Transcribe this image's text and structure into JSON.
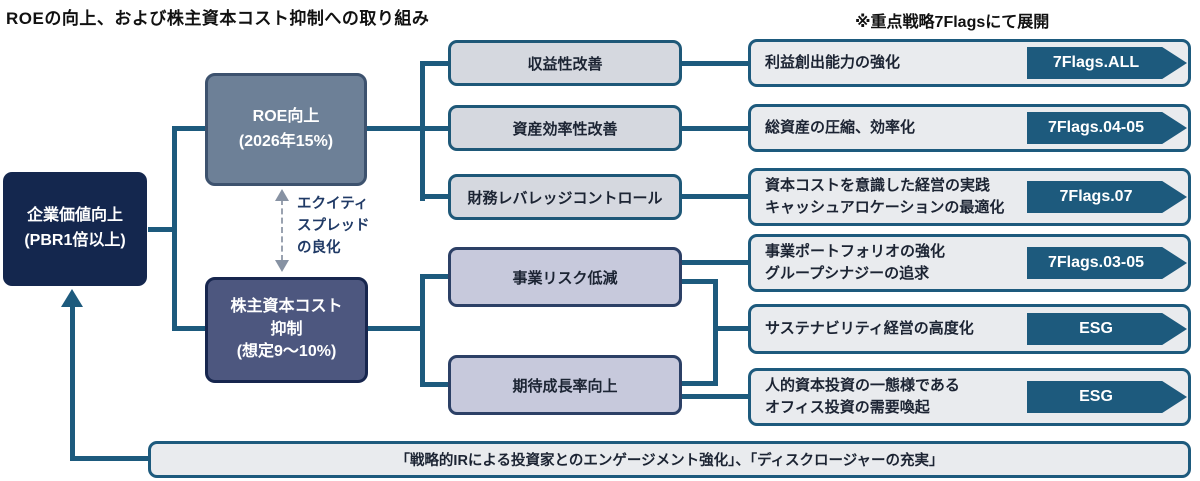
{
  "header": {
    "title": "ROEの向上、および株主資本コスト抑制への取り組み",
    "note": "※重点戦略7Flagsにて展開"
  },
  "goal_box": {
    "line1": "企業価値向上",
    "line2": "(PBR1倍以上)"
  },
  "roe_box": {
    "line1": "ROE向上",
    "line2": "(2026年15%)"
  },
  "cost_box": {
    "line1": "株主資本コスト",
    "line2": "抑制",
    "line3": "(想定9～10%)"
  },
  "equity_spread": {
    "line1": "エクイティ",
    "line2": "スプレッド",
    "line3": "の良化"
  },
  "drivers": {
    "profitability": "収益性改善",
    "asset_efficiency": "資産効率性改善",
    "leverage": "財務レバレッジコントロール",
    "business_risk": "事業リスク低減",
    "growth": "期待成長率向上"
  },
  "actions": {
    "profit_creation": {
      "line1": "利益創出能力の強化",
      "tag": "7Flags.ALL"
    },
    "asset_compression": {
      "line1": "総資産の圧縮、効率化",
      "tag": "7Flags.04-05"
    },
    "capital_cost_mgmt": {
      "line1": "資本コストを意識した経営の実践",
      "line2": "キャッシュアロケーションの最適化",
      "tag": "7Flags.07"
    },
    "portfolio": {
      "line1": "事業ポートフォリオの強化",
      "line2": "グループシナジーの追求",
      "tag": "7Flags.03-05"
    },
    "sustainability": {
      "line1": "サステナビリティ経営の高度化",
      "tag": "ESG"
    },
    "human_capital": {
      "line1": "人的資本投資の一態様である",
      "line2": "オフィス投資の需要喚起",
      "tag": "ESG"
    }
  },
  "footer": {
    "text": "「戦略的IRによる投資家とのエンゲージメント強化」、「ディスクロージャーの充実」"
  },
  "colors": {
    "accent_teal": "#1d5a7d",
    "navy": "#14274e",
    "slate_blue": "#6d8097",
    "indigo": "#4d577f",
    "light_gray_box": "#d5d8df",
    "lavender_box": "#c7c9dc",
    "row_bg": "#e9ebee"
  }
}
